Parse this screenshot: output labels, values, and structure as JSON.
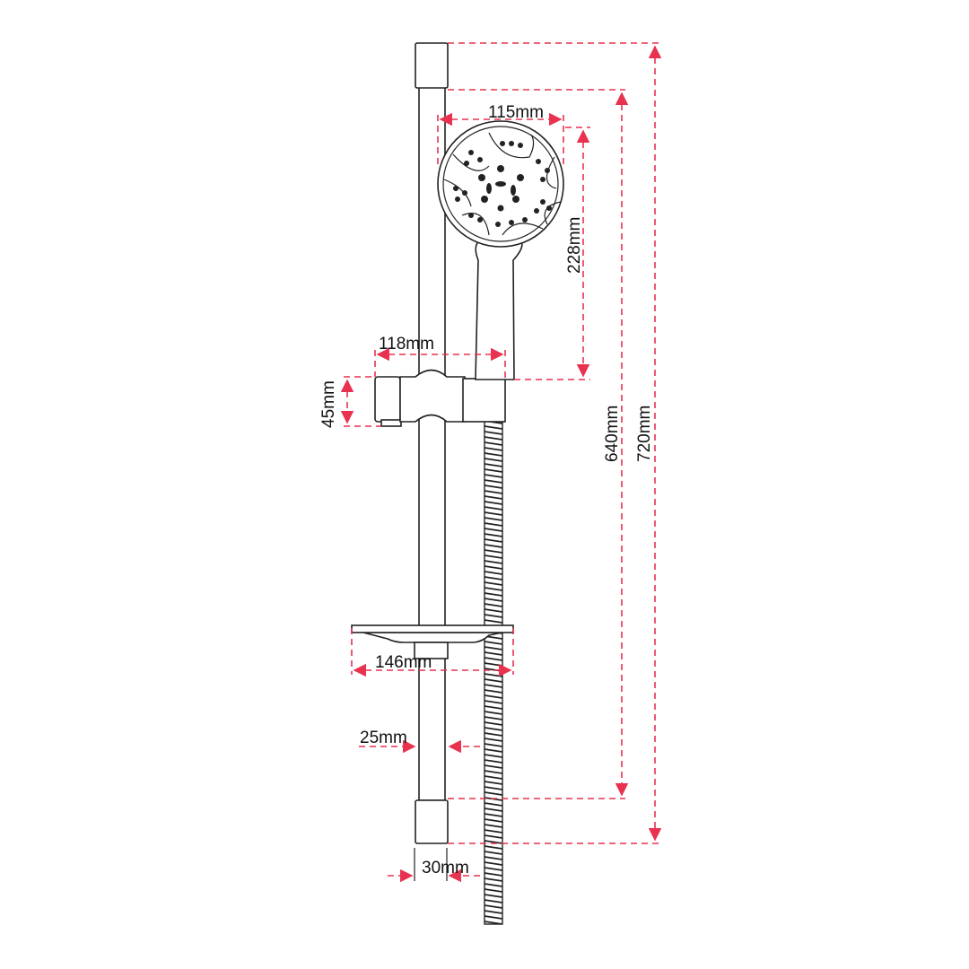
{
  "title": "Shower rail kit dimensions diagram",
  "colors": {
    "dimension": "#e8324f",
    "outline": "#222222"
  },
  "dimensions": {
    "overall_height": "720mm",
    "rail_length": "640mm",
    "head_diameter": "115mm",
    "handset_length": "228mm",
    "bracket_width": "118mm",
    "bracket_height": "45mm",
    "soap_dish_width": "146mm",
    "rail_diameter": "25mm",
    "end_cap_diameter": "30mm"
  }
}
